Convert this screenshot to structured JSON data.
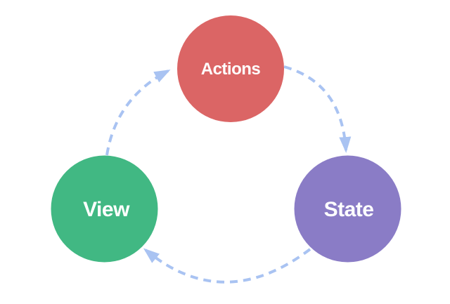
{
  "nodes": [
    {
      "id": "actions",
      "label": "Actions",
      "color": "#DB6565"
    },
    {
      "id": "state",
      "label": "State",
      "color": "#8A7CC6"
    },
    {
      "id": "view",
      "label": "View",
      "color": "#41B883"
    }
  ],
  "edges": [
    {
      "from": "Actions",
      "to": "State"
    },
    {
      "from": "State",
      "to": "View"
    },
    {
      "from": "View",
      "to": "Actions"
    }
  ],
  "colors": {
    "arrow": "#A9C3F2",
    "label_text": "#FFFFFF",
    "background": "#FFFFFF"
  }
}
